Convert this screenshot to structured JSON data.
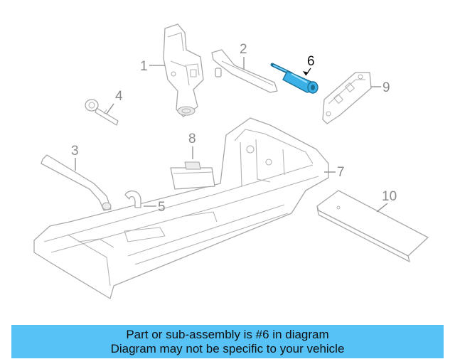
{
  "callouts": {
    "c1": "1",
    "c2": "2",
    "c3": "3",
    "c4": "4",
    "c5": "5",
    "c6": "6",
    "c7": "7",
    "c8": "8",
    "c9": "9",
    "c10": "10"
  },
  "highlight": {
    "part_number": "6",
    "color": "#3ab0e6"
  },
  "banner": {
    "line1": "Part or sub-assembly is #6 in diagram",
    "line2": "Diagram may not be specific to your vehicle",
    "background": "#56c2f5"
  }
}
